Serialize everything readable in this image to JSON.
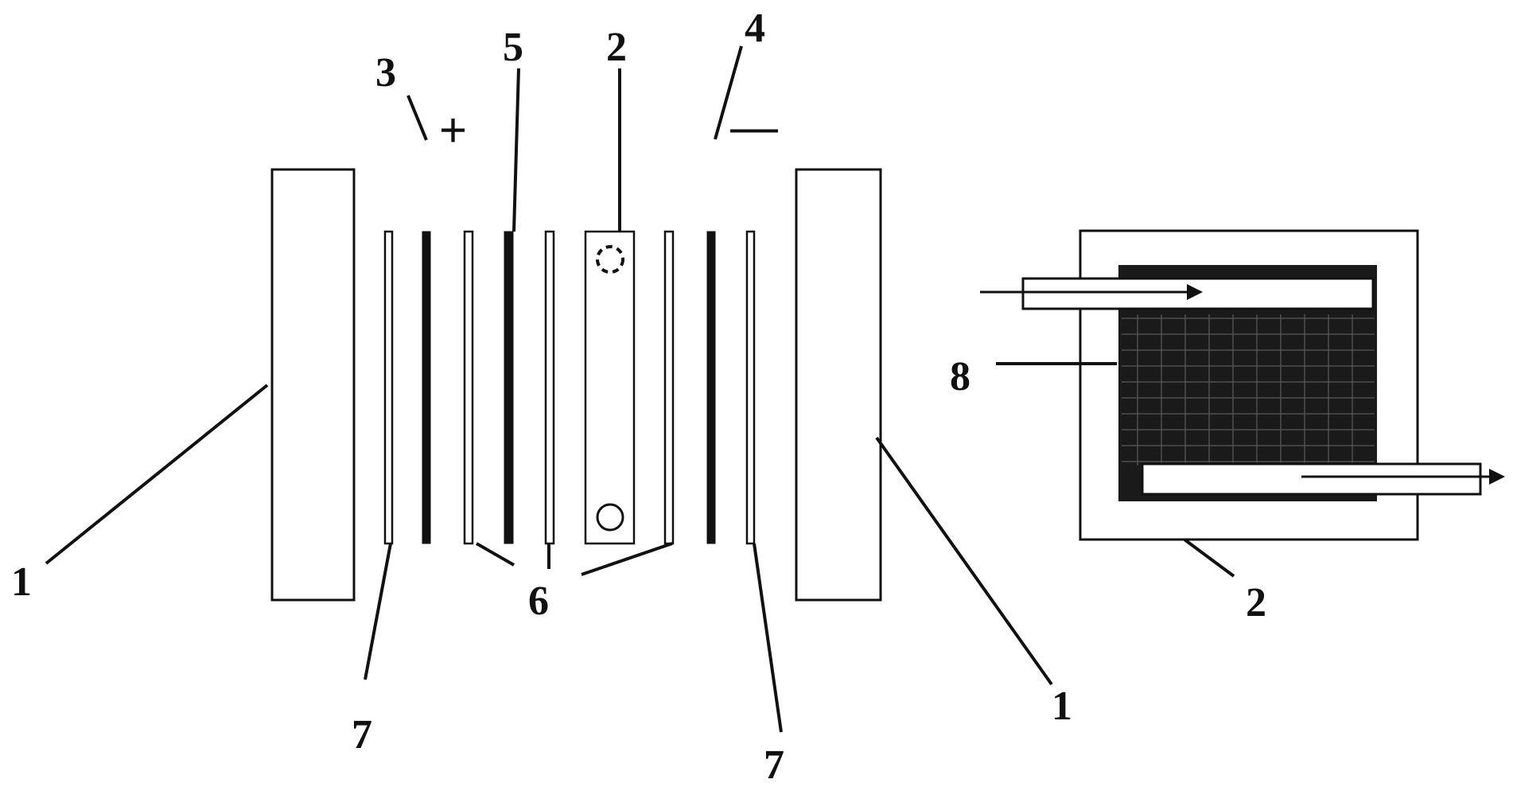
{
  "labels": {
    "end_plate": "1",
    "flow_plate": "2",
    "anode": "3",
    "cathode": "4",
    "membrane": "5",
    "gasket": "6",
    "current_collector": "7",
    "flow_field": "8"
  },
  "signs": {
    "positive": "+",
    "negative": "—"
  },
  "colors": {
    "line": "#111111",
    "background": "#ffffff",
    "grid_fill": "#1a1a1a"
  }
}
